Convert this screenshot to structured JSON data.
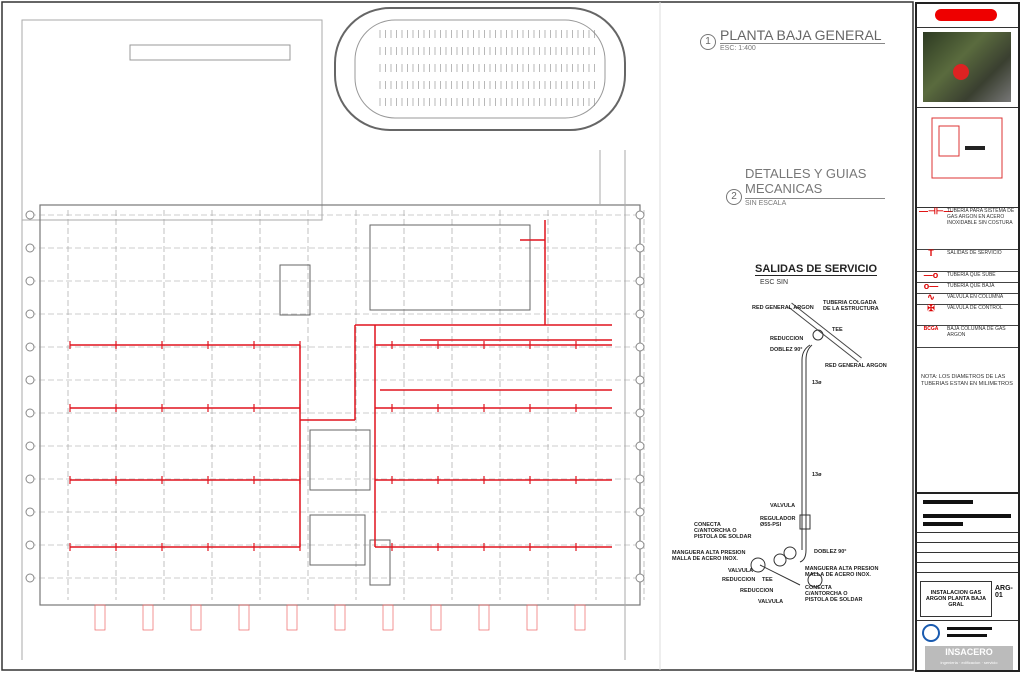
{
  "views": {
    "view1": {
      "number": "1",
      "title": "PLANTA BAJA GENERAL",
      "scale": "ESC: 1:400"
    },
    "view2": {
      "number": "2",
      "title_line1": "DETALLES Y GUIAS",
      "title_line2": "MECANICAS",
      "scale": "SIN ESCALA"
    }
  },
  "detail": {
    "title": "SALIDAS DE SERVICIO",
    "scale": "ESC SIN",
    "labels": {
      "red_general_1": "RED GENERAL ARGON",
      "tuberia": "TUBERIA COLGADA DE LA ESTRUCTURA",
      "tee_top": "TEE",
      "reduccion_top": "REDUCCION",
      "doblez_top": "DOBLEZ 90°",
      "red_general_2": "RED GENERAL ARGON",
      "dim1": "13ø",
      "dim2": "13ø",
      "valvula": "VALVULA",
      "regulador": "REGULADOR Ø55-PSI",
      "conecta1": "CONECTA C/ANTORCHA O PISTOLA DE SOLDAR",
      "manguera1": "MANGUERA ALTA PRESION MALLA DE ACERO INOX.",
      "doblez_bottom": "DOBLEZ 90°",
      "valvula2": "VALVULA",
      "reduccion2": "REDUCCION",
      "tee_bottom": "TEE",
      "reduccion3": "REDUCCION",
      "valvula3": "VALVULA",
      "manguera2": "MANGUERA ALTA PRESION MALLA DE ACERO INOX.",
      "conecta2": "CONECTA C/ANTORCHA O PISTOLA DE SOLDAR"
    }
  },
  "legend": [
    {
      "symbol": "—⊣⊢—",
      "text": "TUBERIA PARA SISTEMA DE GAS ARGON EN ACERO INOXIDABLE SIN COSTURA"
    },
    {
      "symbol": "T",
      "text": "SALIDAS DE SERVICIO"
    },
    {
      "symbol": "—o",
      "text": "TUBERIA QUE SUBE"
    },
    {
      "symbol": "o—",
      "text": "TUBERIA QUE BAJA"
    },
    {
      "symbol": "∿",
      "text": "VALVULA EN COLUMNA"
    },
    {
      "symbol": "✠",
      "text": "VALVULA DE CONTROL"
    },
    {
      "symbol": "BCGA",
      "text": "BAJA COLUMNA DE GAS ARGON"
    }
  ],
  "note": "NOTA: LOS DIAMETROS DE LAS TUBERIAS ESTAN EN MILIMETROS",
  "title_block": {
    "drawing_title": "INSTALACION GAS ARGON PLANTA BAJA GRAL",
    "sheet": "ARG-01",
    "company": "INSACERO",
    "tagline": "ingenieria · edificacion · servicio"
  },
  "colors": {
    "pipe": "#e0141e",
    "line": "#9a9a9a"
  }
}
